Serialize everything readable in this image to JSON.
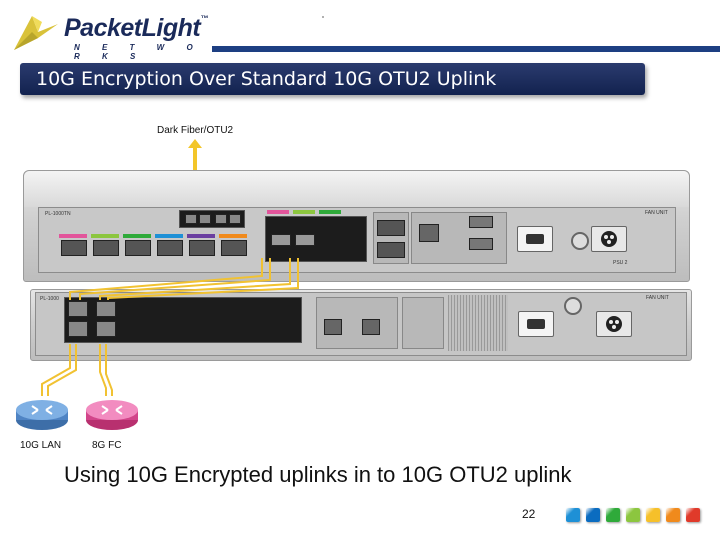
{
  "logo": {
    "brand": "PacketLight",
    "trademark": "™",
    "tagline": "N E T W O R K S"
  },
  "banner": {
    "title": "10G Encryption Over Standard 10G OTU2 Uplink"
  },
  "diagram": {
    "fiber_label": "Dark Fiber/OTU2",
    "devices": {
      "top": {
        "model": "PL-1000TN",
        "psu_label": "PSU 2",
        "fan_label": "FAN UNIT"
      },
      "bottom": {
        "model": "PL-1000",
        "fan_label": "FAN UNIT"
      }
    },
    "endpoints": [
      {
        "label": "10G LAN",
        "color": "#5b8fc9"
      },
      {
        "label": "8G FC",
        "color": "#e2559b"
      }
    ],
    "cable_color": "#f1c232"
  },
  "caption": "Using 10G Encrypted uplinks in to 10G OTU2 uplink",
  "page_number": "22",
  "footer_cubes": [
    "#1e90d6",
    "#0b6cc0",
    "#2faa3a",
    "#8cc63f",
    "#f6c02a",
    "#f08a1c",
    "#e03a2a"
  ]
}
